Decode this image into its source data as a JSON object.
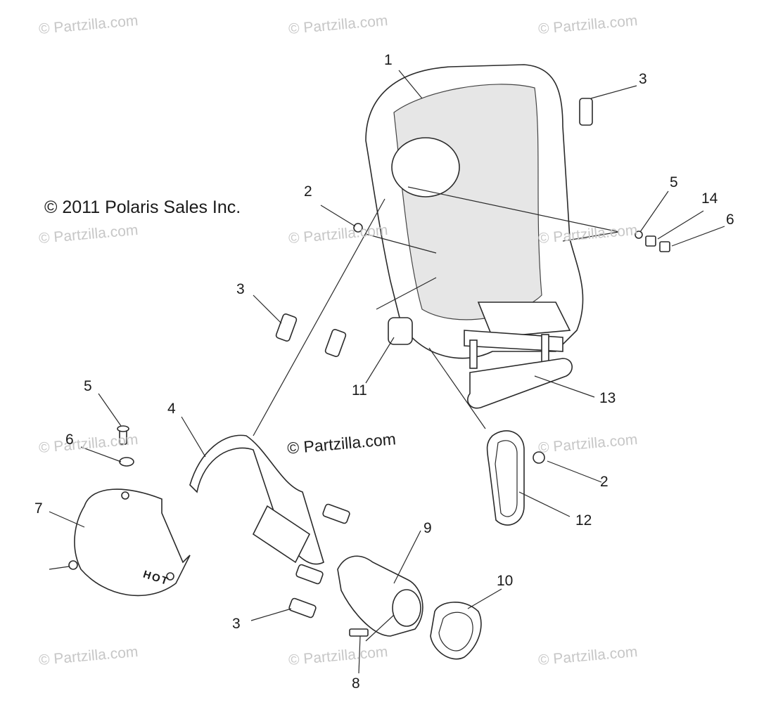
{
  "copyright": "© 2011 Polaris Sales Inc.",
  "watermark": "© Partzilla.com",
  "watermark_center": "© Partzilla.com",
  "callouts": {
    "c1": "1",
    "c2a": "2",
    "c2b": "2",
    "c3a": "3",
    "c3b": "3",
    "c3c": "3",
    "c4": "4",
    "c5a": "5",
    "c5b": "5",
    "c6a": "6",
    "c6b": "6",
    "c7": "7",
    "c8": "8",
    "c9": "9",
    "c10": "10",
    "c11": "11",
    "c12": "12",
    "c13": "13",
    "c14": "14"
  },
  "heat_shield_text": "HOT",
  "colors": {
    "line": "#2a2a2a",
    "watermark": "#c7c7c7"
  }
}
